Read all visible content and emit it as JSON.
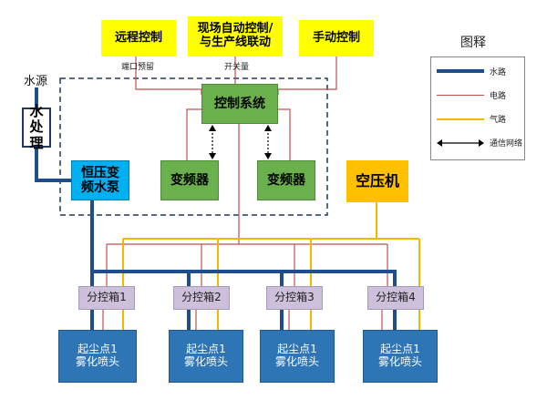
{
  "top_controls": {
    "remote": "远程控制",
    "onsite_line1": "现场自动控制/",
    "onsite_line2": "与生产线联动",
    "manual": "手动控制"
  },
  "annotations": {
    "port_reserved": "端口预留",
    "switch_signal": "开关量"
  },
  "water_source": "水源",
  "water_treatment": [
    "水",
    "处",
    "理"
  ],
  "control_system": "控制系统",
  "vfd_left": "变频器",
  "vfd_right": "变频器",
  "pump_line1": "恒压变",
  "pump_line2": "频水泵",
  "air_compressor": "空压机",
  "sub_boxes": [
    "分控箱1",
    "分控箱2",
    "分控箱3",
    "分控箱4"
  ],
  "nozzles": [
    {
      "line1": "起尘点1",
      "line2": "雾化喷头"
    },
    {
      "line1": "起尘点1",
      "line2": "雾化喷头"
    },
    {
      "line1": "起尘点1",
      "line2": "雾化喷头"
    },
    {
      "line1": "起尘点1",
      "line2": "雾化喷头"
    }
  ],
  "legend": {
    "title": "图释",
    "items": [
      {
        "label": "水路",
        "color": "#1f4e8c",
        "style": "thick"
      },
      {
        "label": "电路",
        "color": "#c0504d",
        "style": "thin"
      },
      {
        "label": "气路",
        "color": "#f5b800",
        "style": "medium"
      },
      {
        "label": "通信网络",
        "color": "#000000",
        "style": "arrow"
      }
    ]
  },
  "colors": {
    "water": "#1f4e8c",
    "electric": "#c0504d",
    "air": "#f5b800",
    "comm": "#000000",
    "dashed_border": "#1f3864"
  }
}
